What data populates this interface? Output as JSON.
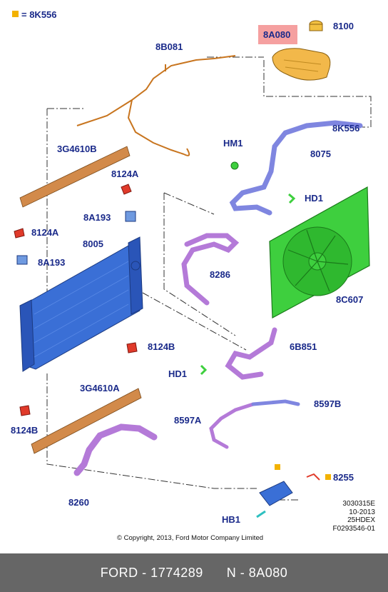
{
  "legend": {
    "marker_color": "#f3b200",
    "text": "= 8K556"
  },
  "labels": {
    "p8A080": "8A080",
    "p8100": "8100",
    "p8B081": "8B081",
    "p8K556": "8K556",
    "p3G4610B": "3G4610B",
    "pHM1": "HM1",
    "p8075": "8075",
    "p8124A_top": "8124A",
    "pHD1_top": "HD1",
    "p8A193_right": "8A193",
    "p8124A_left": "8124A",
    "p8005": "8005",
    "p8A193_left": "8A193",
    "p8286": "8286",
    "p8C607": "8C607",
    "p8124B_right": "8124B",
    "p6B851": "6B851",
    "pHD1_mid": "HD1",
    "p3G4610A": "3G4610A",
    "p8124B_left": "8124B",
    "p8597A": "8597A",
    "p8597B": "8597B",
    "p8255": "8255",
    "p8260": "8260",
    "pHB1": "HB1"
  },
  "info_block": [
    "3030315E",
    "10-2013",
    "25HDEX",
    "F0293546-01"
  ],
  "copyright": "© Copyright, 2013, Ford Motor Company Limited",
  "footer": "FORD - 1774289      N - 8A080",
  "colors": {
    "label_text": "#1a2a8a",
    "highlight": "#f5a0a0",
    "radiator": "#3a6fd6",
    "fan_shroud": "#3ecf3e",
    "hose_purple": "#b47ad8",
    "hose_blue": "#7f86e0",
    "harness": "#c8751f",
    "seal": "#d28a4a",
    "cap_red": "#e03a2a",
    "reservoir": "#f2b84a",
    "footer_bg": "#666666"
  }
}
